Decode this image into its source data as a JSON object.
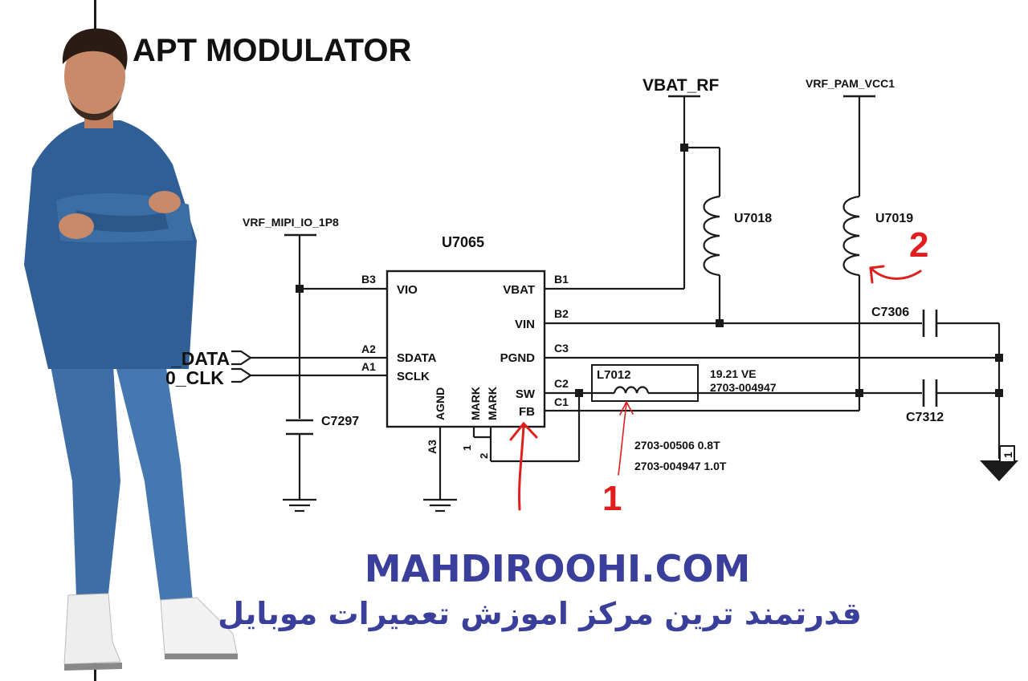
{
  "title": "APT MODULATOR",
  "rails": {
    "vbat_rf": "VBAT_RF",
    "vrf_pam_vcc1": "VRF_PAM_VCC1",
    "vrf_mipi": "VRF_MIPI_IO_1P8"
  },
  "chip": {
    "ref": "U7065",
    "pins_left": [
      {
        "ball": "B3",
        "name": "VIO"
      },
      {
        "ball": "A2",
        "name": "SDATA"
      },
      {
        "ball": "A1",
        "name": "SCLK"
      }
    ],
    "pins_right": [
      {
        "ball": "B1",
        "name": "VBAT"
      },
      {
        "ball": "B2",
        "name": "VIN"
      },
      {
        "ball": "C3",
        "name": "PGND"
      },
      {
        "ball": "C2",
        "name": "SW"
      },
      {
        "ball": "C1",
        "name": "FB"
      }
    ],
    "pins_bottom": [
      {
        "ball": "A3",
        "name": "AGND"
      },
      {
        "ball": "1",
        "name": "MARK"
      },
      {
        "ball": "2",
        "name": "MARK"
      }
    ]
  },
  "signals": {
    "data": "_DATA",
    "clk": "0_CLK"
  },
  "components": {
    "u7018": "U7018",
    "u7019": "U7019",
    "c7306": "C7306",
    "c7312": "C7312",
    "c7297": "C7297",
    "l7012": "L7012",
    "l7012_value": "19.21 VE",
    "l7012_part": "2703-004947"
  },
  "notes": {
    "line1": "2703-00506 0.8T",
    "line2": "2703-004947 1.0T"
  },
  "markers": {
    "m1": "1",
    "m2": "2"
  },
  "ground_label": "1",
  "watermark": {
    "site": "MAHDIROOHI.COM",
    "tagline": "قدرتمند ترین مرکز اموزش تعمیرات موبایل"
  },
  "colors": {
    "wire": "#1a1a1a",
    "annotation": "#e01e1e",
    "watermark": "#3a3f9c",
    "shirt": "#2f5f95",
    "jeans": "#3d6fa6"
  }
}
